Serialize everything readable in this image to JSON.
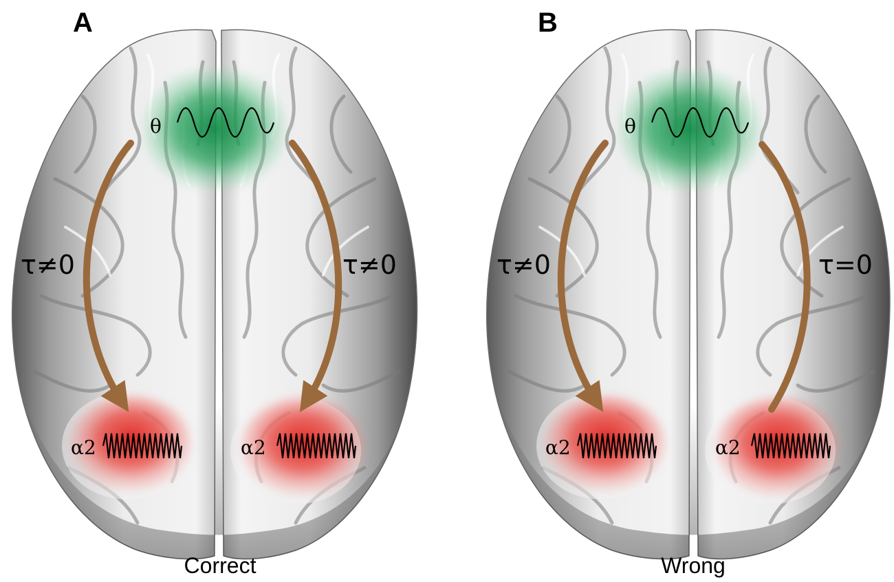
{
  "panels": [
    {
      "letter": "A",
      "caption": "Correct",
      "frontal_label": "θ",
      "left_label": "α2",
      "right_label": "α2",
      "left_tau": "τ≠0",
      "right_tau": "τ≠0"
    },
    {
      "letter": "B",
      "caption": "Wrong",
      "frontal_label": "θ",
      "left_label": "α2",
      "right_label": "α2",
      "left_tau": "τ≠0",
      "right_tau": "τ=0"
    }
  ],
  "colors": {
    "arrow": "#9a6a3c",
    "frontal_region": "#1e9a55",
    "posterior_region": "#e0302a",
    "brain_surface": "#e4e4e4",
    "brain_shadow": "#4a4a4a"
  }
}
